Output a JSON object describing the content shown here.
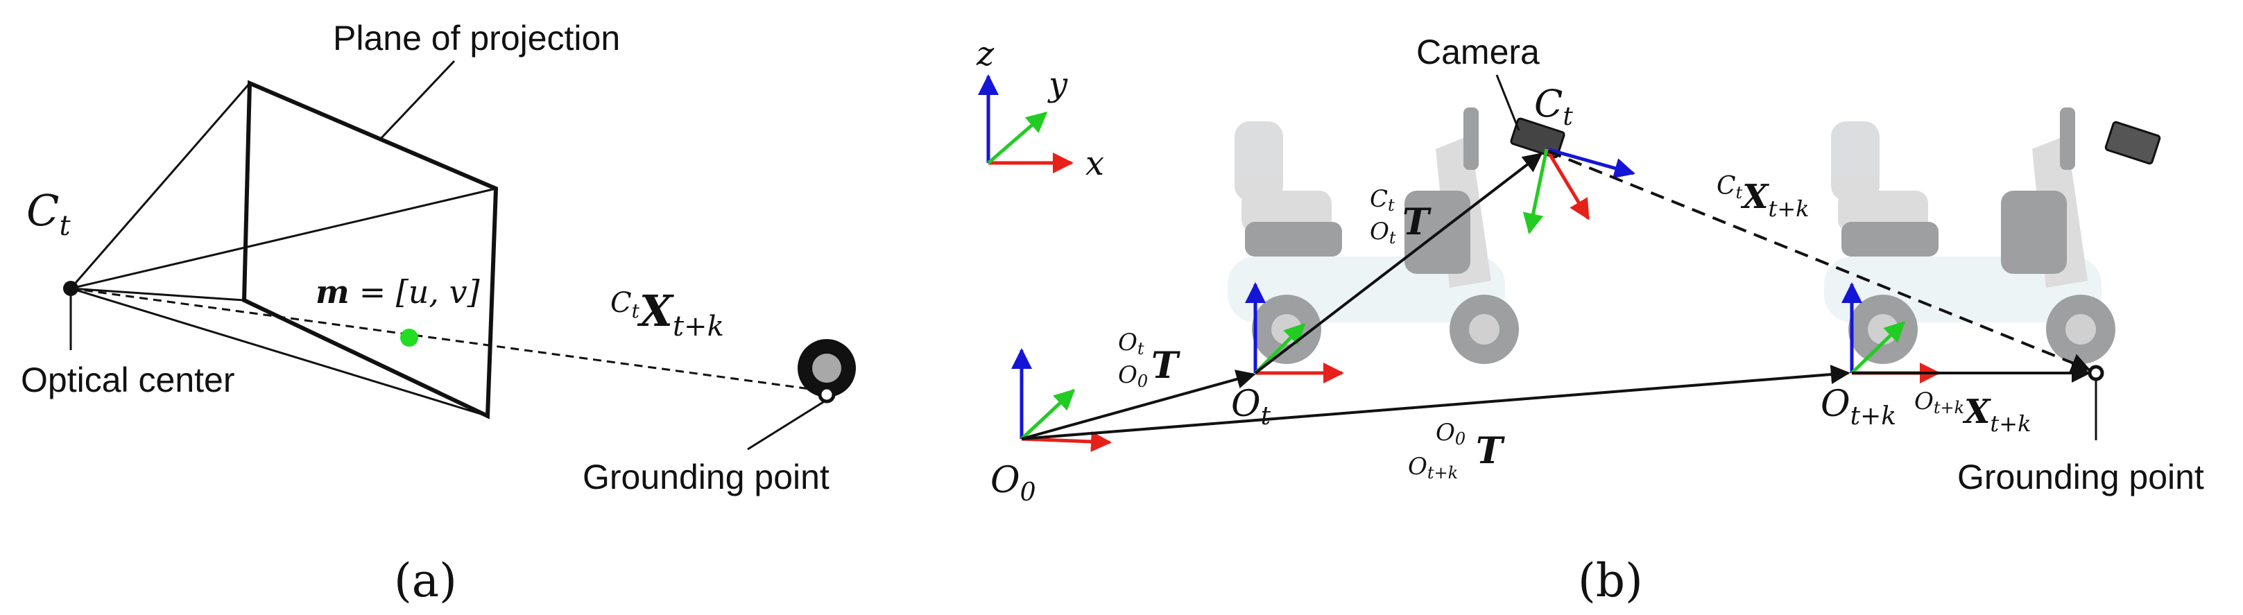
{
  "panel_a": {
    "caption": "(a)",
    "labels": {
      "plane": "Plane of projection",
      "optical": "Optical center",
      "grounding": "Grounding point"
    },
    "ct": {
      "base": "C",
      "sub": "t"
    },
    "m_eq": {
      "lhs": "m",
      "rhs": "= [u, v]"
    },
    "x_label": {
      "sup_base": "C",
      "sup_sub": "t",
      "base": "X",
      "sub": "t+k"
    },
    "colors": {
      "image_point": "#22dd22",
      "ground_outer": "#111111",
      "ground_inner": "#a8a8a8"
    }
  },
  "panel_b": {
    "caption": "(b)",
    "labels": {
      "camera": "Camera",
      "grounding": "Grounding point"
    },
    "axes": {
      "x": "x",
      "y": "y",
      "z": "z"
    },
    "ct": {
      "base": "C",
      "sub": "t"
    },
    "o0": {
      "base": "O",
      "sub": "0"
    },
    "ot": {
      "base": "O",
      "sub": "t"
    },
    "otk": {
      "base": "O",
      "sub": "t+k"
    },
    "t_o0_ot": {
      "sup_base": "O",
      "sup_sub": "t",
      "sub_base": "O",
      "sub_sub": "0",
      "base": "T"
    },
    "t_ot_ct": {
      "sup_base": "C",
      "sup_sub": "t",
      "sub_base": "O",
      "sub_sub": "t",
      "base": "T"
    },
    "t_otk_o0": {
      "sup_base": "O",
      "sup_sub": "0",
      "sub_base": "O",
      "sub_sub": "t+k",
      "base": "T"
    },
    "x_ct": {
      "sup_base": "C",
      "sup_sub": "t",
      "base": "X",
      "sub": "t+k"
    },
    "x_otk": {
      "sup_base": "O",
      "sup_sub": "t+k",
      "base": "X",
      "sub": "t+k"
    },
    "colors": {
      "x_axis": "#e8201a",
      "y_axis": "#22cc22",
      "z_axis": "#1515d8"
    }
  }
}
